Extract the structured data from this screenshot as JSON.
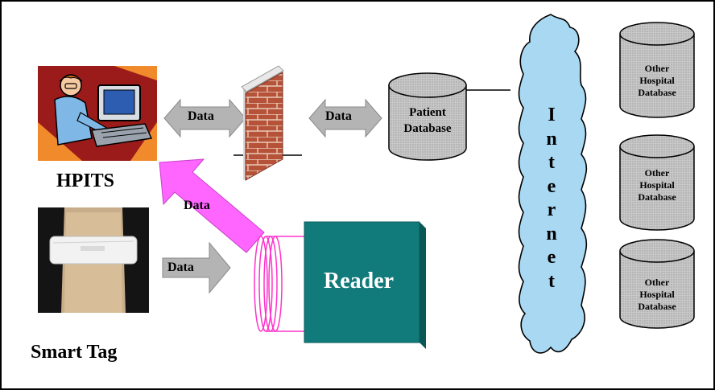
{
  "labels": {
    "hpits": "HPITS",
    "smart_tag": "Smart Tag",
    "reader": "Reader",
    "internet_letters": [
      "I",
      "n",
      "t",
      "e",
      "r",
      "n",
      "e",
      "t"
    ],
    "data": "Data",
    "patient_db": [
      "Patient",
      "Database"
    ],
    "other_db": [
      "Other",
      "Hospital",
      "Database"
    ]
  },
  "colors": {
    "reader_fill": "#117a7a",
    "cloud_fill": "#a9d8f3",
    "arrow_gray": "#b4b4b4",
    "arrow_pink": "#ff66ff",
    "coil": "#ff33cc",
    "brick": "#a0402d"
  }
}
